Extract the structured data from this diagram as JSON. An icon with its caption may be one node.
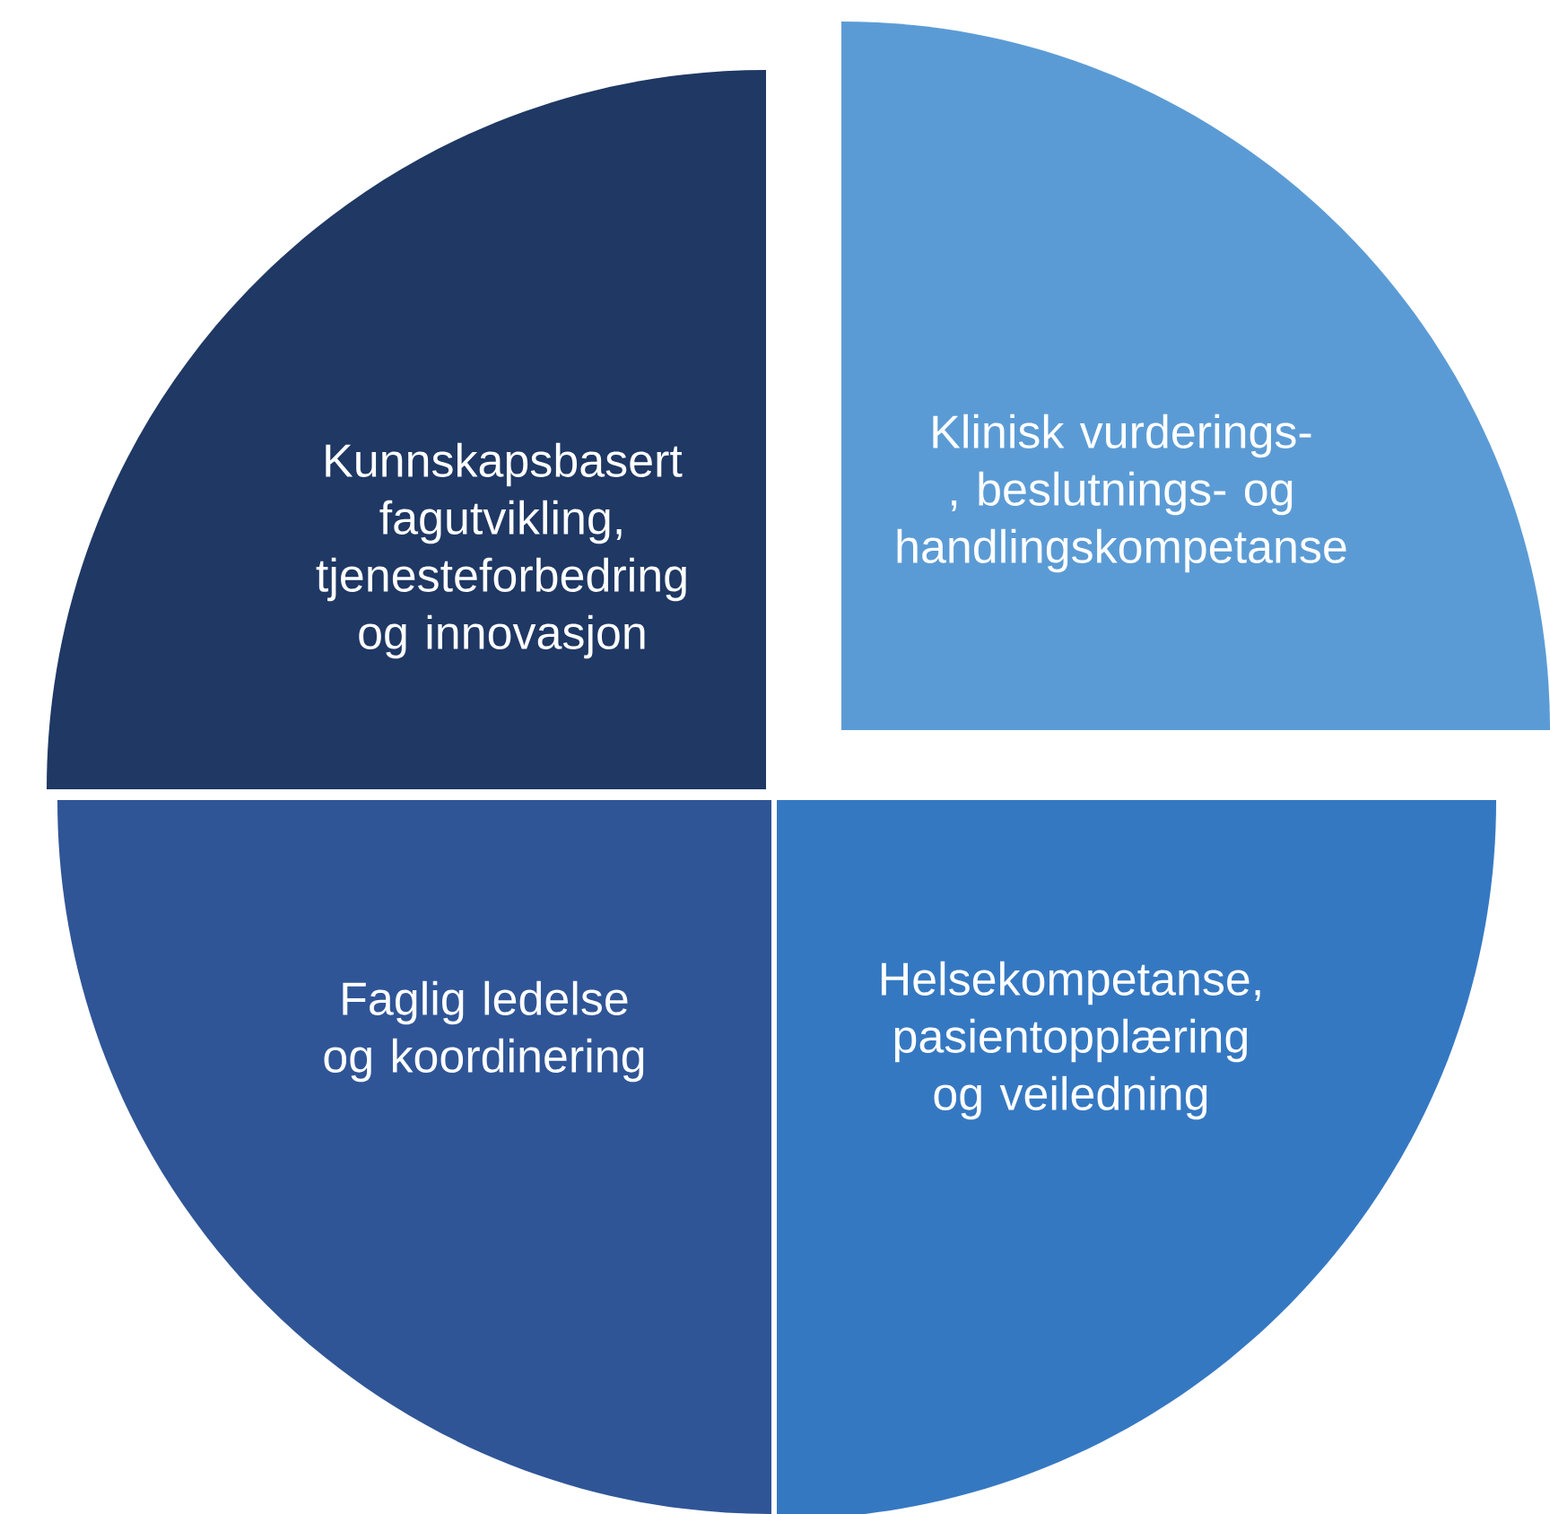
{
  "diagram": {
    "nodes": [
      {
        "text": [
          "Kunnskapsbasert fagutvikling, tjenesteforbedring og innovasjon"
        ]
      },
      {
        "text": [
          "Klinisk vurderings-, beslutnings- og handlingskompetanse"
        ]
      },
      {
        "text": [
          "Faglig ledelse og koordinering"
        ]
      },
      {
        "text": [
          "Helsekompetanse, pasientopplæring og veiledning"
        ]
      }
    ]
  }
}
